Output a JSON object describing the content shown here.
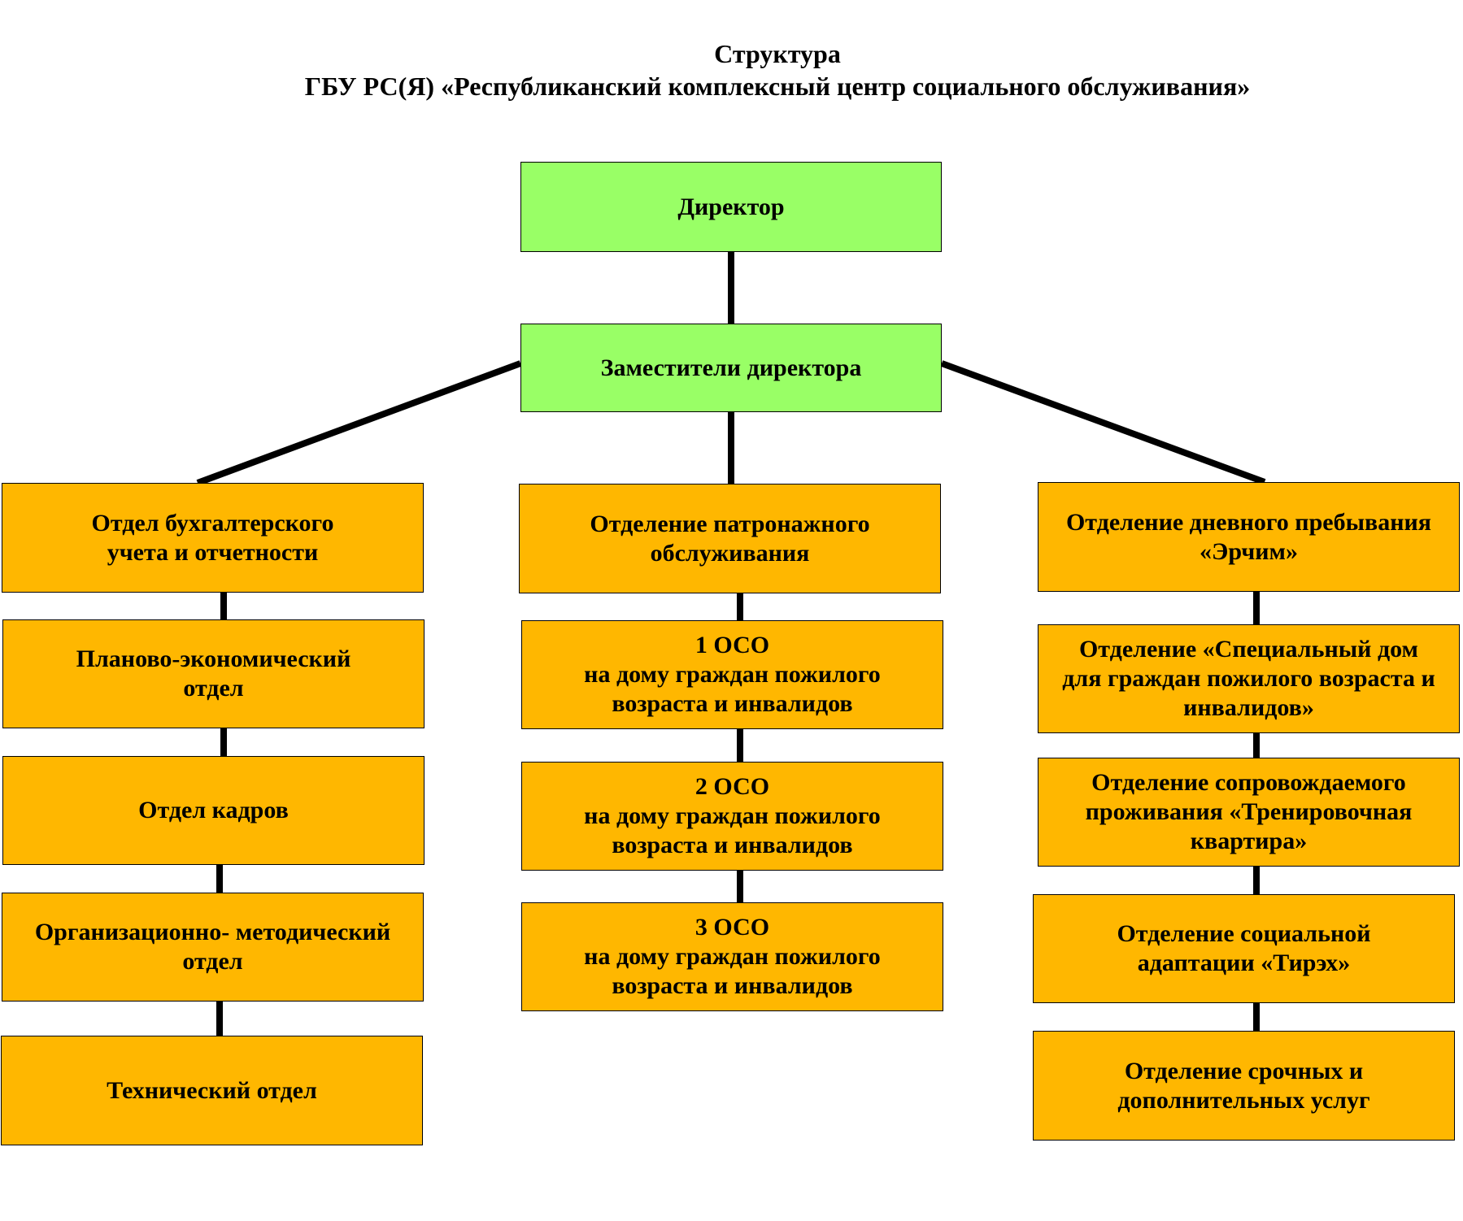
{
  "title": {
    "line1": "Структура",
    "line2": "ГБУ РС(Я) «Республиканский комплексный центр социального обслуживания»"
  },
  "top": {
    "director": "Директор",
    "deputies": "Заместители директора"
  },
  "left_column": [
    "Отдел бухгалтерского\nучета и отчетности",
    "Планово-экономический\nотдел",
    "Отдел кадров",
    "Организационно- методический\nотдел",
    "Технический отдел"
  ],
  "center_column": [
    "Отделение патронажного\nобслуживания",
    "1 ОСО\nна дому граждан пожилого\nвозраста и инвалидов",
    "2 ОСО\nна дому граждан пожилого\nвозраста и инвалидов",
    "3 ОСО\nна дому граждан пожилого\nвозраста и инвалидов"
  ],
  "right_column": [
    "Отделение дневного пребывания\n«Эрчим»",
    "Отделение «Специальный дом\nдля граждан пожилого возраста и\nинвалидов»",
    "Отделение сопровождаемого\nпроживания «Тренировочная\nквартира»",
    "Отделение социальной\nадаптации  «Тирэх»",
    "Отделение срочных и\nдополнительных услуг"
  ],
  "colors": {
    "management_fill": "#99ff66",
    "department_fill": "#ffb700",
    "connector": "#000000"
  }
}
